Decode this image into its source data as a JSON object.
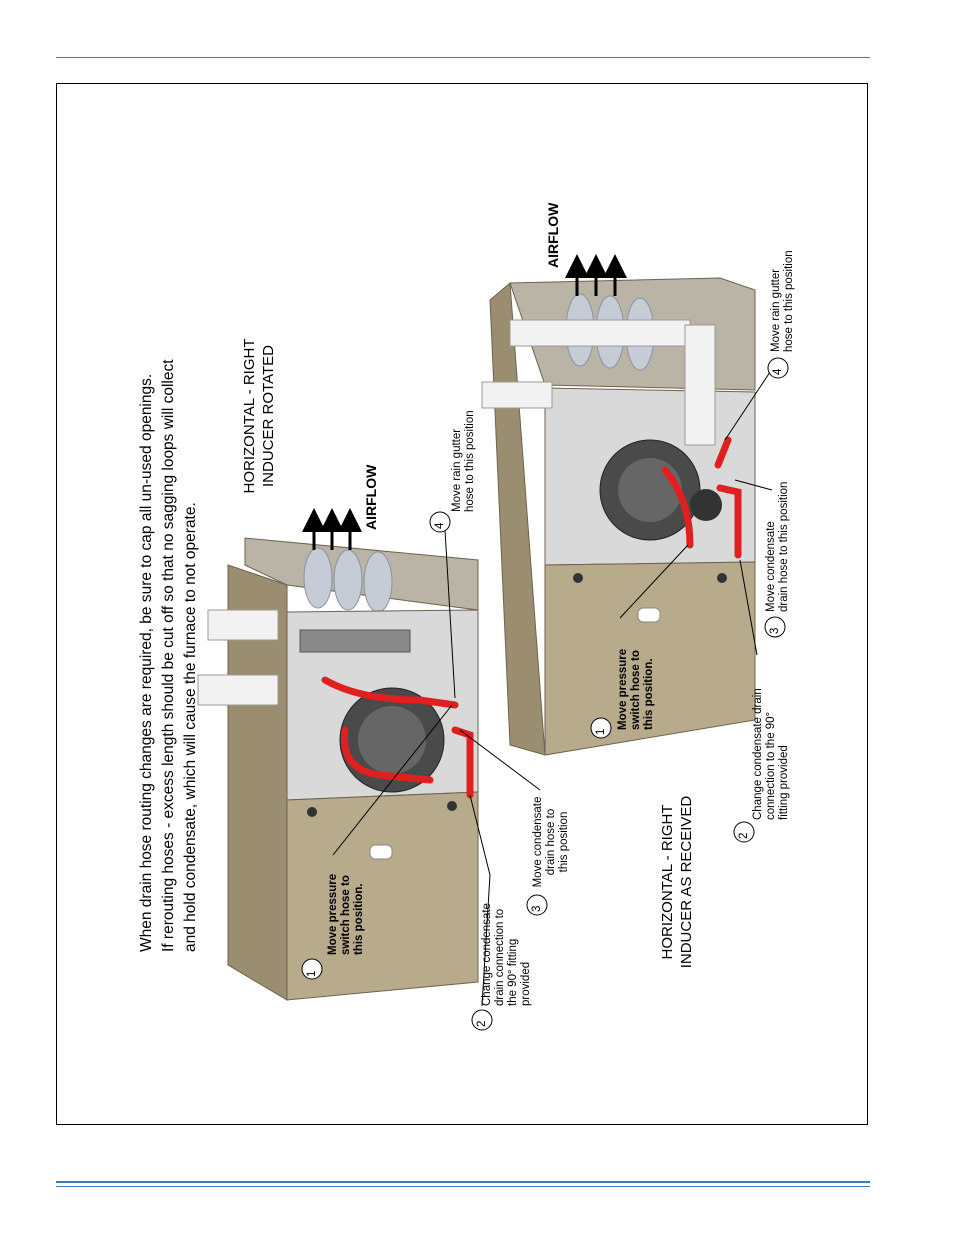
{
  "warning": {
    "line1": "When drain hose routing changes are required, be sure to cap all un-used openings.",
    "line2": "If rerouting hoses - excess length should be cut off so that no sagging loops will collect",
    "line3": "and hold condensate, which will cause the furnace to not operate."
  },
  "upper": {
    "title_line1": "HORIZONTAL - RIGHT",
    "title_line2": "INDUCER ROTATED",
    "airflow": "AIRFLOW",
    "step1": {
      "number": "1",
      "line1": "Move pressure",
      "line2": "switch hose to",
      "line3": "this position."
    },
    "step2": {
      "number": "2",
      "line1": "Change condensate",
      "line2": "drain connection to",
      "line3": "the 90° fitting",
      "line4": "provided"
    },
    "step3": {
      "number": "3",
      "line1": "Move condensate",
      "line2": "drain hose to",
      "line3": "this position"
    },
    "step4": {
      "number": "4",
      "line1": "Move rain gutter",
      "line2": "hose to this position"
    }
  },
  "lower": {
    "title_line1": "HORIZONTAL - RIGHT",
    "title_line2": "INDUCER AS RECEIVED",
    "airflow": "AIRFLOW",
    "step1": {
      "number": "1",
      "line1": "Move pressure",
      "line2": "switch hose to",
      "line3": "this position."
    },
    "step2": {
      "number": "2",
      "line1": "Change condensate drain",
      "line2": "connection to the 90°",
      "line3": "fitting provided"
    },
    "step3": {
      "number": "3",
      "line1": "Move condensate",
      "line2": "drain hose to this position"
    },
    "step4": {
      "number": "4",
      "line1": "Move rain gutter",
      "line2": "hose to this position"
    }
  },
  "colors": {
    "rule": "#3a7fb5",
    "cabinet": "#b8ab8b",
    "cabinet_dark": "#9a8d70",
    "interior": "#d9d9d9",
    "hose": "#e02020",
    "pipe": "#f2f2f2",
    "heat_exchanger": "#c5ccd6",
    "blower": "#4a4a4a"
  }
}
